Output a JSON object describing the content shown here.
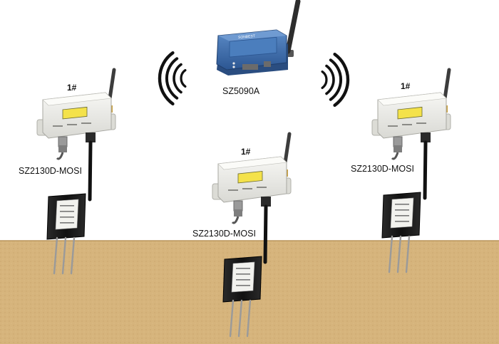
{
  "gateway": {
    "label": "SZ5090A",
    "brand_text": "SONBEST"
  },
  "sensors": [
    {
      "number": "1#",
      "label": "SZ2130D-MOSI"
    },
    {
      "number": "1#",
      "label": "SZ2130D-MOSI"
    },
    {
      "number": "1#",
      "label": "SZ2130D-MOSI"
    }
  ],
  "colors": {
    "soil": "#d6b47c",
    "gateway_body": "#3a6ba8",
    "sensor_box": "#eeeeea",
    "lcd": "#f4e24a",
    "probe": "#1c1c1c",
    "antenna": "#3c3c3c",
    "signal_waves": "#111111"
  }
}
